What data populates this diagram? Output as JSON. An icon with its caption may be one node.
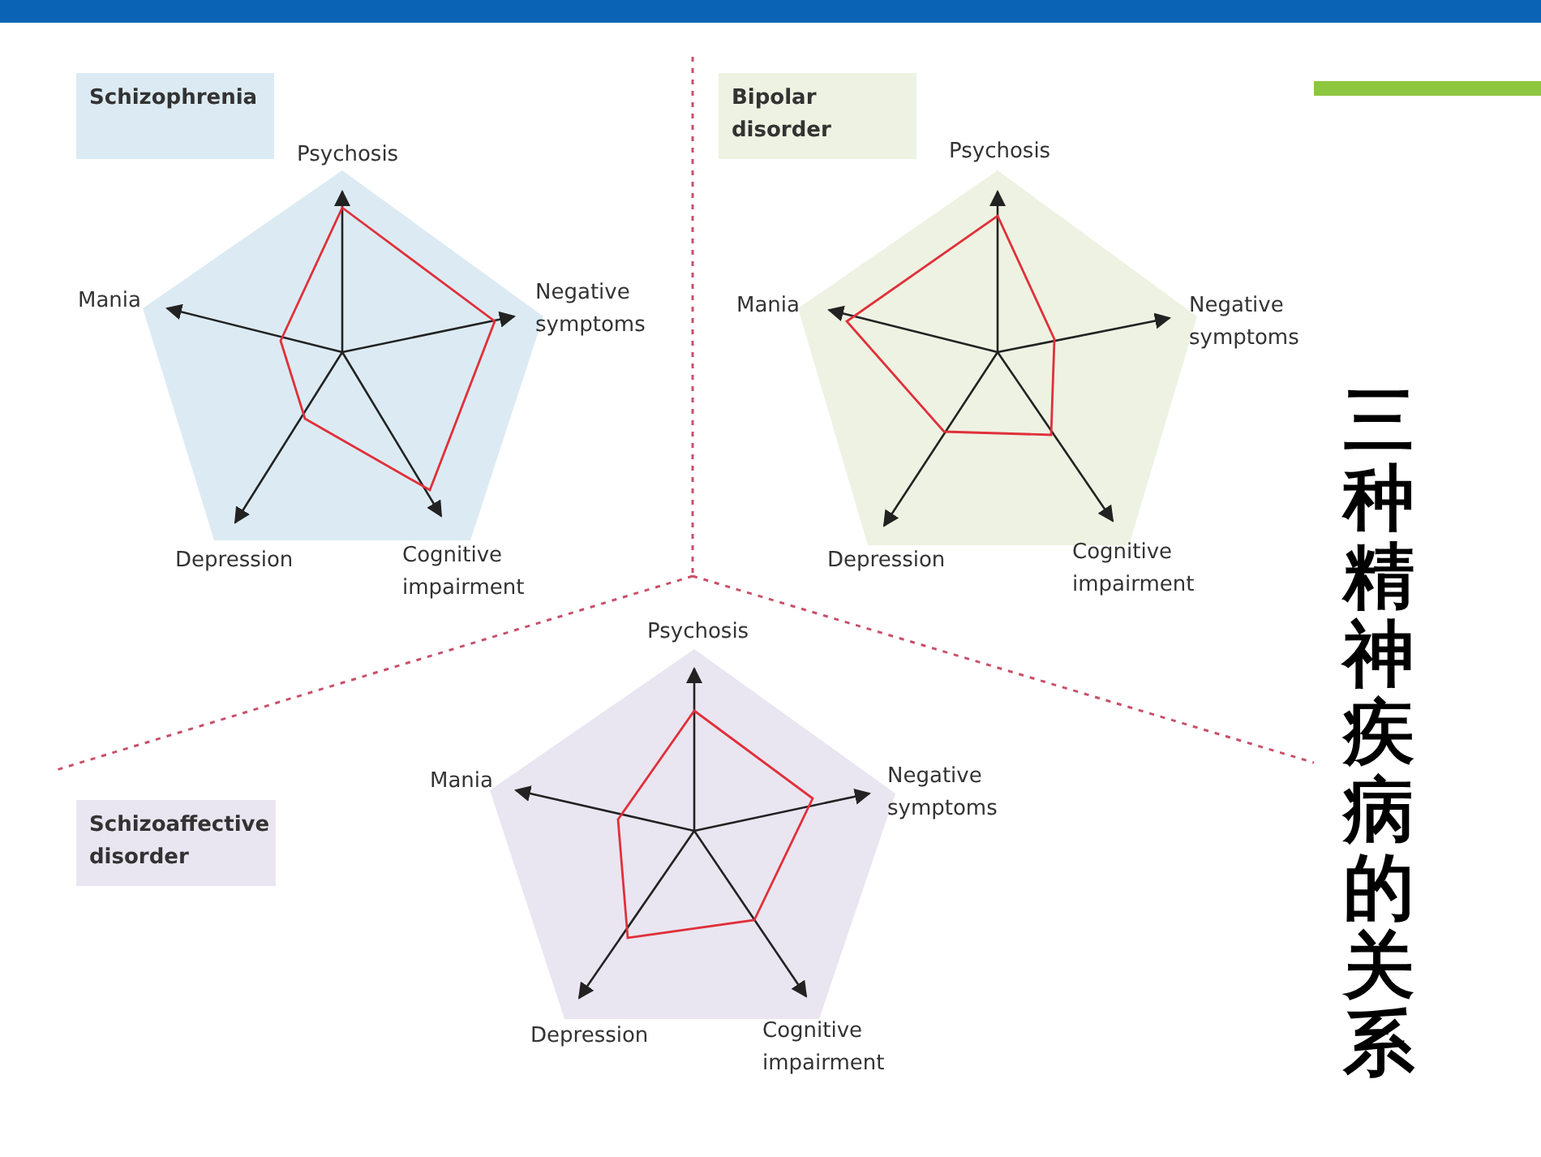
{
  "diagram": {
    "title": "三种精神疾病的关系",
    "nodes": [
      {
        "text": [
          "Schizophrenia"
        ]
      },
      {
        "text": [
          "Bipolar disorder"
        ]
      },
      {
        "text": [
          "Schizoaffective disorder"
        ]
      }
    ],
    "labels": [
      "Psychosis",
      "Mania",
      "Negative symptoms",
      "Depression",
      "Cognitive impairment",
      "Psychosis",
      "Mania",
      "Negative symptoms",
      "Depression",
      "Cognitive impairment",
      "Psychosis",
      "Mania",
      "Negative symptoms",
      "Depression",
      "Cognitive impairment"
    ]
  }
}
